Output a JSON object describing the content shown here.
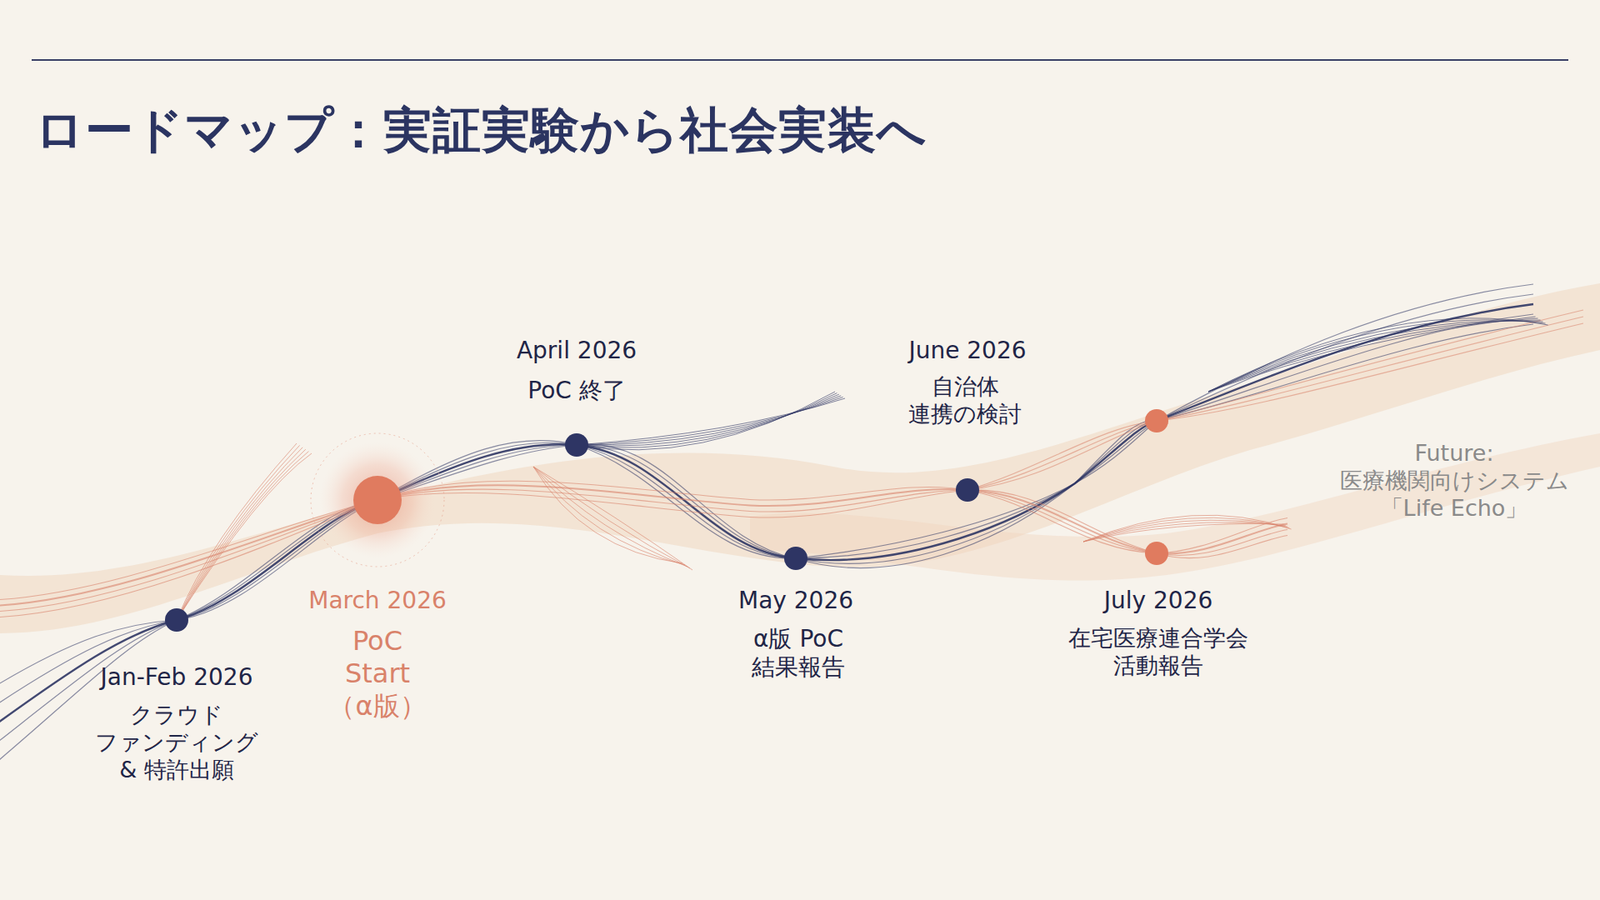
{
  "diagram": {
    "title": "ロードマップ：実証実験から社会実装へ",
    "labels": [
      "Jan-Feb 2026",
      "クラウド ファンディング & 特許出願",
      "March 2026",
      "PoC Start （α版）",
      "April 2026",
      "PoC 終了",
      "May 2026",
      "α版 PoC 結果報告",
      "June 2026",
      "自治体 連携の検討",
      "July 2026",
      "在宅医療連合学会 活動報告",
      "Future: 医療機関向けシステム 「Life Echo」"
    ]
  }
}
